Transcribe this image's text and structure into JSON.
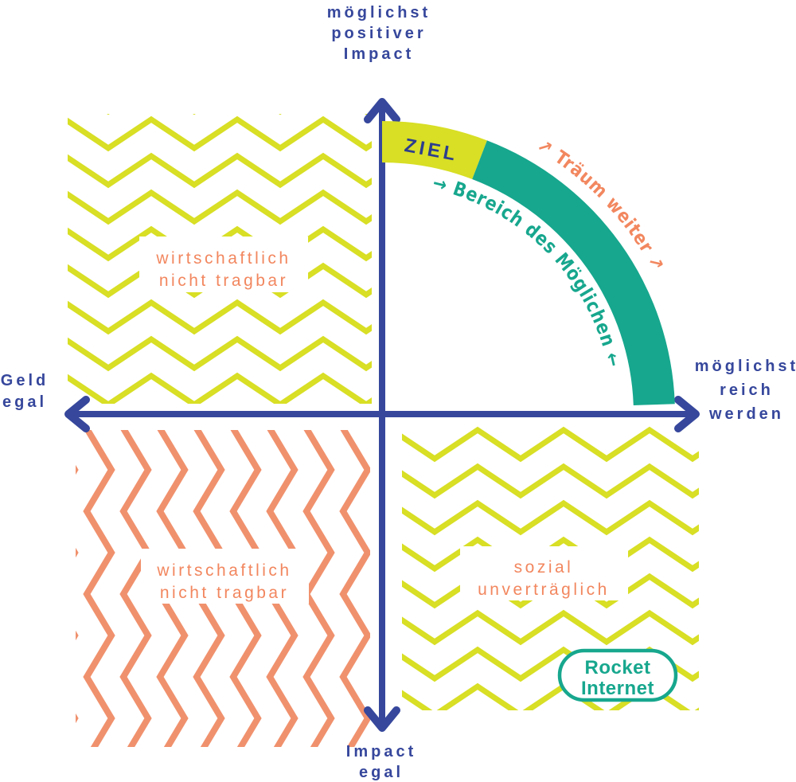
{
  "colors": {
    "blue": "#36479c",
    "teal": "#17a78e",
    "yellow_green": "#d8df25",
    "orange_text": "#f2875f",
    "salmon_pattern": "#f0916d",
    "background": "#ffffff"
  },
  "axes": {
    "top": {
      "line1": "möglichst",
      "line2": "positiver",
      "line3": "Impact"
    },
    "bottom": {
      "line1": "Impact",
      "line2": "egal"
    },
    "left": {
      "line1": "Geld",
      "line2": "egal"
    },
    "right": {
      "line1": "möglichst",
      "line2": "reich",
      "line3": "werden"
    }
  },
  "quadrants": {
    "top_left": {
      "line1": "wirtschaftlich",
      "line2": "nicht tragbar"
    },
    "bottom_left": {
      "line1": "wirtschaftlich",
      "line2": "nicht tragbar"
    },
    "bottom_right": {
      "line1": "sozial",
      "line2": "unverträglich"
    }
  },
  "arc": {
    "goal": "ZIEL",
    "range": "→ Bereich des Möglichen ←",
    "dream": "↗ Träum weiter ↗"
  },
  "badge": {
    "line1": "Rocket",
    "line2": "Internet"
  }
}
